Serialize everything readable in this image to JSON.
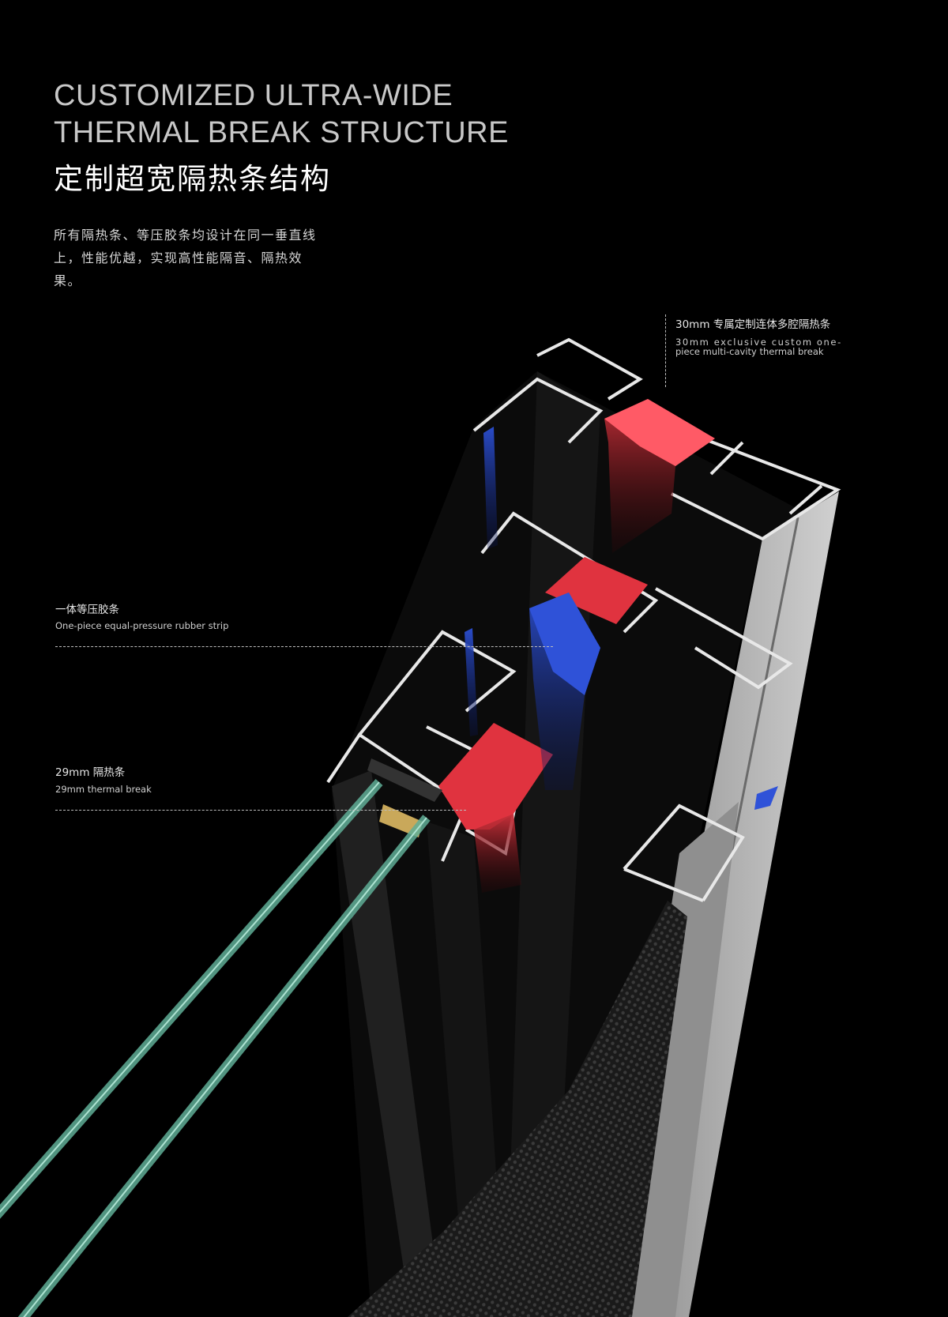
{
  "header": {
    "title_en_line1": "CUSTOMIZED ULTRA-WIDE",
    "title_en_line2": "THERMAL BREAK STRUCTURE",
    "title_cn": "定制超宽隔热条结构",
    "description": "所有隔热条、等压胶条均设计在同一垂直线上，性能优越，实现高性能隔音、隔热效果。"
  },
  "callouts": [
    {
      "label_cn": "30mm 专属定制连体多腔隔热条",
      "label_en_line1": "30mm exclusive custom one-",
      "label_en_line2": "piece multi-cavity thermal break"
    },
    {
      "label_cn": "一体等压胶条",
      "label_en": "One-piece equal-pressure rubber strip"
    },
    {
      "label_cn": "29mm 隔热条",
      "label_en": "29mm thermal break"
    }
  ],
  "colors": {
    "background": "#000000",
    "thermal_break": "#e0333f",
    "rubber_strip": "#1f3fb8",
    "glass": "#6fbfa6",
    "frame": "#b9b9b9"
  }
}
